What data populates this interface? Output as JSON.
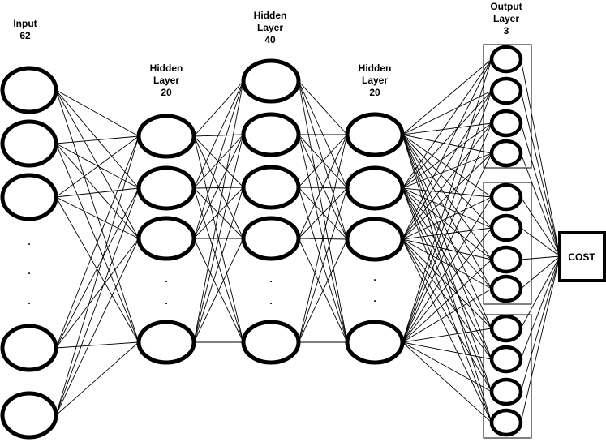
{
  "layers": [
    {
      "id": "input",
      "label_lines": [
        "Input",
        "62"
      ]
    },
    {
      "id": "hidden1",
      "label_lines": [
        "Hidden",
        "Layer",
        "20"
      ]
    },
    {
      "id": "hidden2",
      "label_lines": [
        "Hidden",
        "Layer",
        "40"
      ]
    },
    {
      "id": "hidden3",
      "label_lines": [
        "Hidden",
        "Layer",
        "20"
      ]
    },
    {
      "id": "output",
      "label_lines": [
        "Output",
        "Layer",
        "3"
      ]
    }
  ],
  "ellipsis_glyph": ".",
  "cost": {
    "label": "COST"
  },
  "colors": {
    "stroke": "#000000",
    "fill": "#ffffff"
  }
}
